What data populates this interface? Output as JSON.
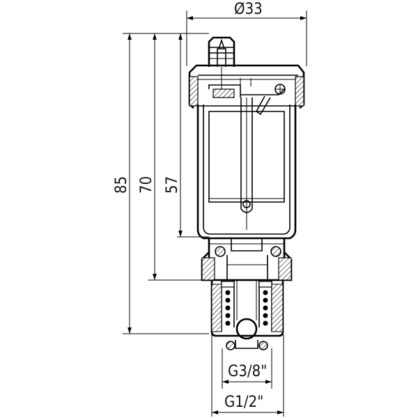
{
  "drawing": {
    "dimensions": {
      "diameter": "Ø33",
      "height_total": "85",
      "height_mid": "70",
      "height_body": "57",
      "thread_inner": "G3/8\"",
      "thread_outer": "G1/2\""
    }
  }
}
